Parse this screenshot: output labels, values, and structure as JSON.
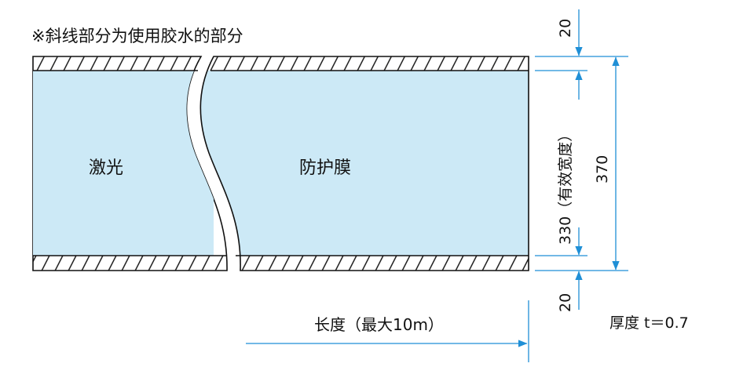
{
  "note": "※斜线部分为使用胶水的部分",
  "labels": {
    "left_section": "激光",
    "right_section": "防护膜"
  },
  "dimensions": {
    "top_margin": "20",
    "effective_width": "330（有效宽度）",
    "total_width": "370",
    "bottom_margin": "20",
    "length": "长度（最大10m）"
  },
  "thickness": "厚度 t＝0.7",
  "colors": {
    "film_fill": "#cce9f6",
    "outline": "#111111",
    "dimension_line": "#1f8fd6"
  }
}
